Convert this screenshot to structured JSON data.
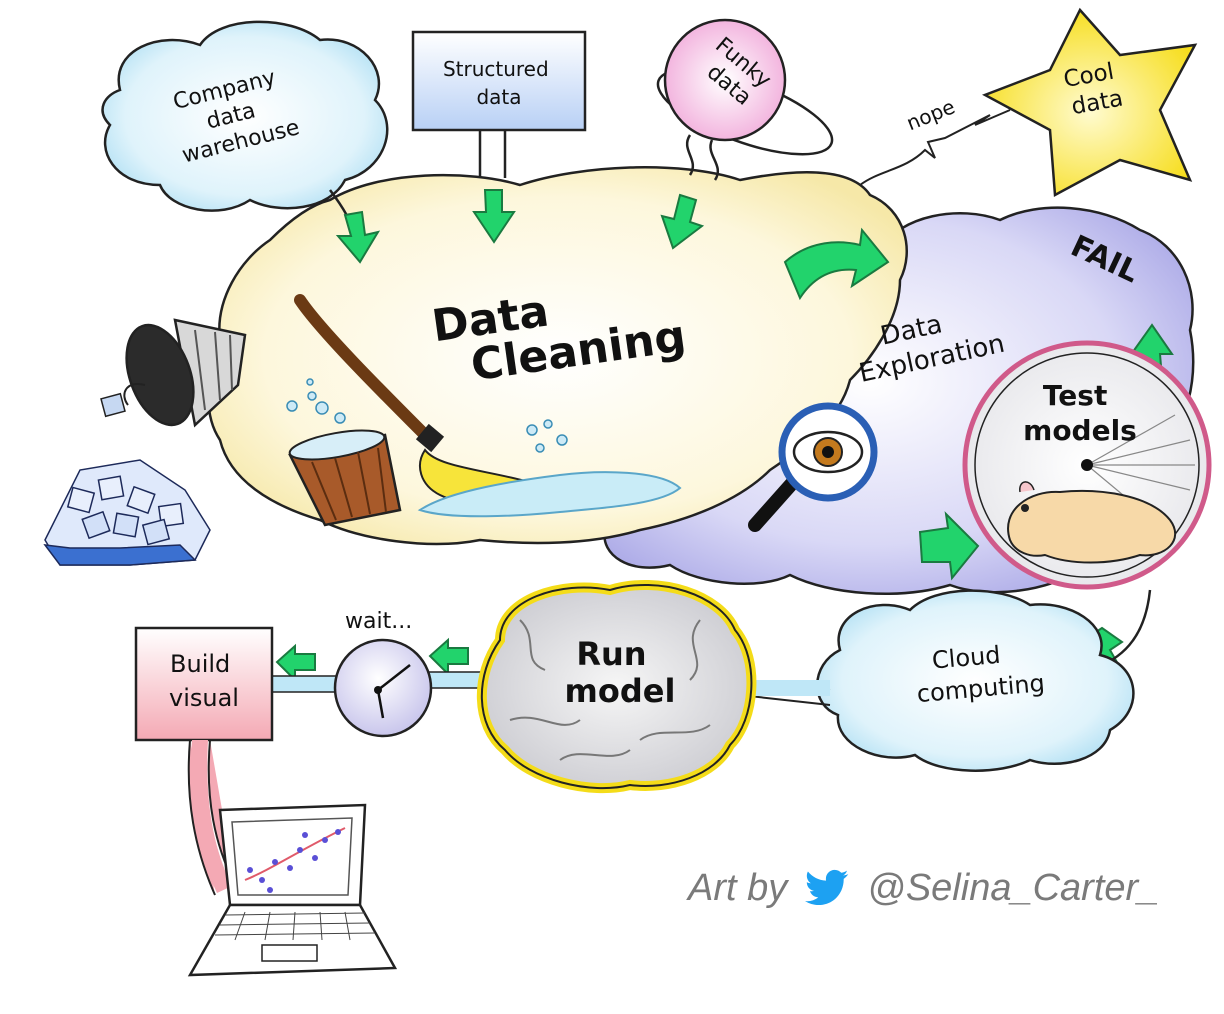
{
  "labels": {
    "warehouse": [
      "Company",
      "data",
      "warehouse"
    ],
    "structured": [
      "Structured",
      "data"
    ],
    "funky": [
      "Funky",
      "data"
    ],
    "nope": "nope",
    "cool": [
      "Cool",
      "data"
    ],
    "cleaning": [
      "Data",
      "Cleaning"
    ],
    "exploration": [
      "Data",
      "Exploration"
    ],
    "fail": "FAIL",
    "test_models": [
      "Test",
      "models"
    ],
    "run_model": [
      "Run",
      "model"
    ],
    "wait": "wait...",
    "build_visual": [
      "Build",
      "visual"
    ],
    "cloud_computing": [
      "Cloud",
      "computing"
    ]
  },
  "credit": {
    "prefix": "Art by",
    "handle": "@Selina_Carter_"
  },
  "colors": {
    "arrow_green": "#22d36c",
    "cleaning_fill": "#fdf3c9",
    "exploration_fill": "#c9c8f2",
    "cloud_blue": "#bfe7f7",
    "structured_box": "#cfe0f8",
    "funky_pink": "#f6c3e5",
    "star_yellow": "#fbe93a",
    "build_box": "#f7c6cc",
    "credit_gray": "#7a7a7a",
    "twitter_blue": "#1da1f2"
  },
  "icons": [
    "bucket-icon",
    "mop-icon",
    "magnifier-eye-icon",
    "hamster-wheel-icon",
    "brain-icon",
    "clock-icon",
    "laptop-icon",
    "trash-can-icon",
    "ice-cubes-icon",
    "twitter-icon"
  ]
}
